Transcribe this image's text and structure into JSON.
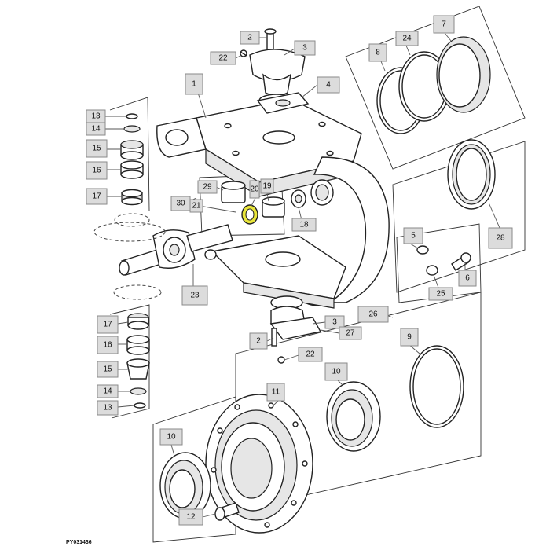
{
  "figure": {
    "reference_code": "PY031436",
    "highlight_color": "#e8e53a"
  },
  "callouts": [
    {
      "id": "c2-top",
      "label": "2"
    },
    {
      "id": "c22-top",
      "label": "22"
    },
    {
      "id": "c3-top",
      "label": "3"
    },
    {
      "id": "c4",
      "label": "4"
    },
    {
      "id": "c1",
      "label": "1"
    },
    {
      "id": "c13-top",
      "label": "13"
    },
    {
      "id": "c14-top",
      "label": "14"
    },
    {
      "id": "c15-top",
      "label": "15"
    },
    {
      "id": "c16-top",
      "label": "16"
    },
    {
      "id": "c17-top",
      "label": "17"
    },
    {
      "id": "c29",
      "label": "29"
    },
    {
      "id": "c20",
      "label": "20"
    },
    {
      "id": "c19",
      "label": "19"
    },
    {
      "id": "c30",
      "label": "30"
    },
    {
      "id": "c21",
      "label": "21"
    },
    {
      "id": "c18",
      "label": "18"
    },
    {
      "id": "c23",
      "label": "23"
    },
    {
      "id": "c17-bot",
      "label": "17"
    },
    {
      "id": "c16-bot",
      "label": "16"
    },
    {
      "id": "c15-bot",
      "label": "15"
    },
    {
      "id": "c14-bot",
      "label": "14"
    },
    {
      "id": "c13-bot",
      "label": "13"
    },
    {
      "id": "c8",
      "label": "8"
    },
    {
      "id": "c24",
      "label": "24"
    },
    {
      "id": "c7",
      "label": "7"
    },
    {
      "id": "c28",
      "label": "28"
    },
    {
      "id": "c5",
      "label": "5"
    },
    {
      "id": "c6",
      "label": "6"
    },
    {
      "id": "c25",
      "label": "25"
    },
    {
      "id": "c26",
      "label": "26"
    },
    {
      "id": "c3-bot",
      "label": "3"
    },
    {
      "id": "c27",
      "label": "27"
    },
    {
      "id": "c2-bot",
      "label": "2"
    },
    {
      "id": "c22-bot",
      "label": "22"
    },
    {
      "id": "c9",
      "label": "9"
    },
    {
      "id": "c10-right",
      "label": "10"
    },
    {
      "id": "c11",
      "label": "11"
    },
    {
      "id": "c10-left",
      "label": "10"
    },
    {
      "id": "c12",
      "label": "12"
    }
  ]
}
